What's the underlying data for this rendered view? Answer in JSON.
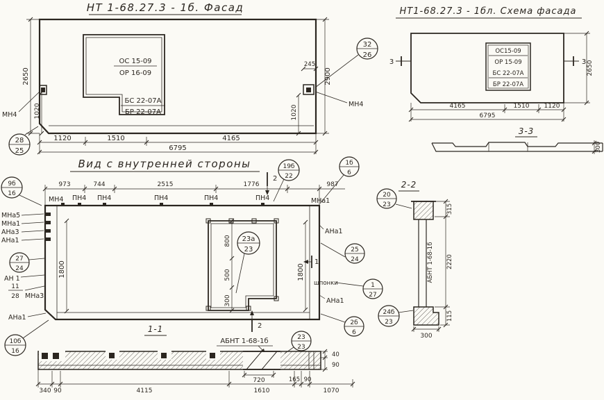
{
  "facade": {
    "title": "НТ 1-68.27.3 - 1б. Фасад",
    "win1": "ОС 15-09",
    "win2": "ОР 16-09",
    "win3": "БС 22-07А",
    "win4": "БР 22-07А",
    "dim_2650": "2650",
    "dim_1020_l": "1020",
    "dim_2900": "2900",
    "dim_1020_r": "1020",
    "dim_245": "245",
    "dim_b1": "1120",
    "dim_b2": "1510",
    "dim_b3": "4165",
    "dim_total": "6795",
    "c_tr_n": "32",
    "c_tr_d": "26",
    "c_bl_n": "28",
    "c_bl_d": "25",
    "mn4_l": "МН4",
    "mn4_r": "МН4"
  },
  "scheme": {
    "title": "НТ1-68.27.3 - 1бл. Схема фасада",
    "win1": "ОС15-09",
    "win2": "ОР 15-09",
    "win3": "БС 22-07А",
    "win4": "БР 22-07А",
    "dim_2650": "2650",
    "dim_b1": "4165",
    "dim_b2": "1510",
    "dim_b3": "1120",
    "dim_total": "6795",
    "sec3": "3",
    "sec33": "3-3",
    "dim_300": "300"
  },
  "inner": {
    "title": "Вид с внутренней стороны",
    "dim_t1": "973",
    "dim_t2": "744",
    "dim_t3": "2515",
    "dim_t4": "1776",
    "dim_t5": "987",
    "lbl_mn4": "МН4",
    "lbl_pn4": "ПН4",
    "lbl_mna1_t": "МНа1",
    "lbl_mna5": "МНа5",
    "lbl_mna1_l": "МНа1",
    "lbl_ana3": "АНа3",
    "lbl_ana1_l": "АНа1",
    "c_9b_n": "9б",
    "c_9b_d": "16",
    "c_27_n": "27",
    "c_27_d": "24",
    "lbl_an1": "АН 1",
    "fr_n": "11",
    "fr_d": "28",
    "lbl_mna3": "МНа3",
    "lbl_ana1_bl": "АНа1",
    "c_10b_n": "10б",
    "c_10b_d": "16",
    "dim_1800_l": "1800",
    "dim_1800_r": "1800",
    "dim_w800": "800",
    "dim_w500": "500",
    "dim_w300": "300",
    "c_23a_n": "23а",
    "c_23a_d": "23",
    "c_19b_n": "19б",
    "c_19b_d": "22",
    "c_1b_n": "1б",
    "c_1b_d": "6",
    "c_25_n": "25",
    "c_25_d": "24",
    "c_127_n": "1",
    "c_127_d": "27",
    "c_2b_n": "2б",
    "c_2b_d": "6",
    "lbl_shponki": "шпонки",
    "lbl_ana1_r1": "АНа1",
    "lbl_ana1_r2": "АНа1",
    "sec2": "2",
    "sec1": "1"
  },
  "s22": {
    "label": "2-2",
    "c_20_n": "20",
    "c_20_d": "23",
    "c_24b_n": "24б",
    "c_24b_d": "23",
    "abnt": "АБНТ 1-68-1б",
    "dim_315": "315",
    "dim_2220": "2220",
    "dim_115": "115",
    "dim_300": "300"
  },
  "s11": {
    "label": "1-1",
    "abnt": "АБНТ 1-68-1б",
    "c_23_n": "23",
    "c_23_d": "23",
    "dim_340": "340",
    "dim_90a": "90",
    "dim_4115": "4115",
    "dim_1610": "1610",
    "dim_720": "720",
    "dim_165": "165",
    "dim_90b": "90",
    "dim_1070": "1070",
    "dim_40": "40",
    "dim_90c": "90"
  }
}
